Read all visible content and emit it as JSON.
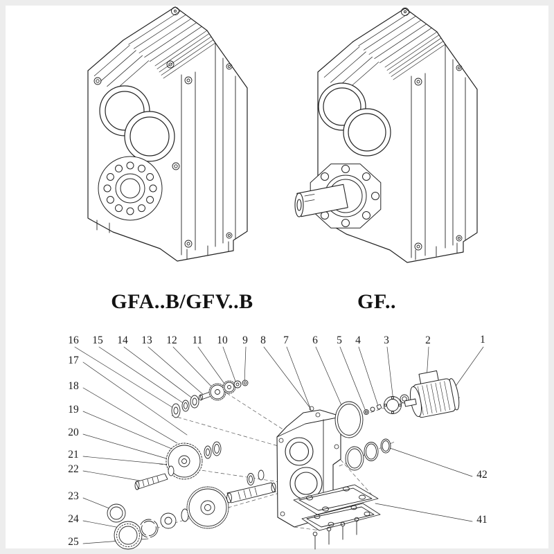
{
  "models": {
    "left": "GFA..B/GFV..B",
    "right": "GF.."
  },
  "exploded_view": {
    "top_labels": [
      "16",
      "15",
      "14",
      "13",
      "12",
      "11",
      "10",
      "9",
      "8",
      "7",
      "6",
      "5",
      "4",
      "3",
      "2",
      "1"
    ],
    "left_labels": [
      "17",
      "18",
      "19",
      "20",
      "21",
      "22",
      "23",
      "24",
      "25"
    ],
    "right_labels": [
      "42",
      "41"
    ]
  }
}
